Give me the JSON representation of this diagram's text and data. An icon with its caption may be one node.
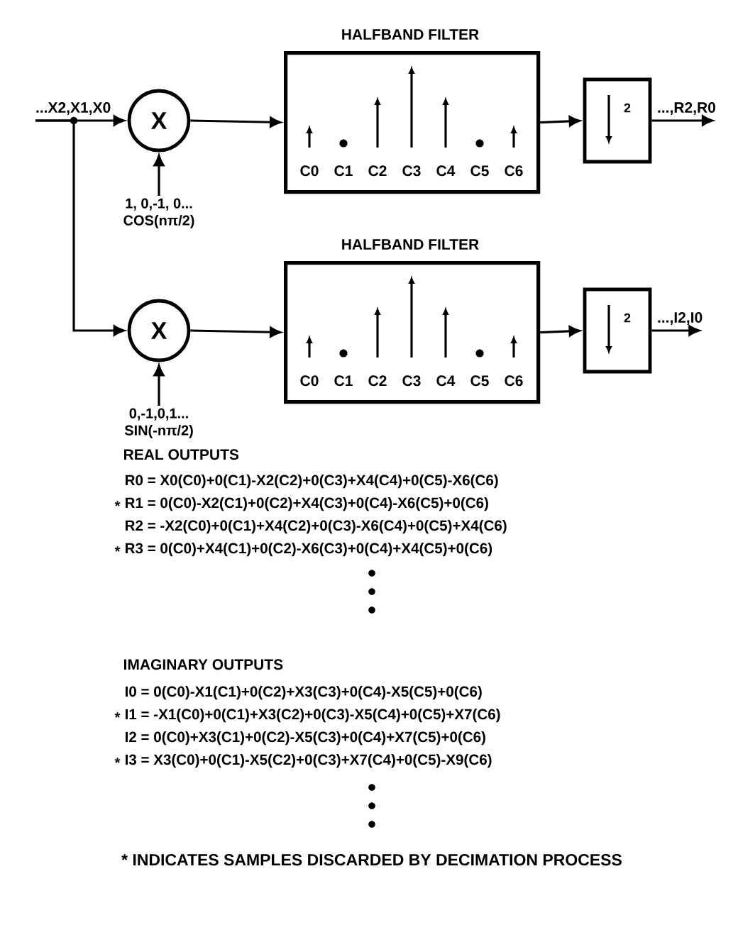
{
  "diagram": {
    "nodes": [
      {
        "text": [
          "...X2,X1,X0"
        ]
      },
      {
        "text": [
          "X"
        ]
      },
      {
        "text": [
          "HALFBAND FILTER",
          "C0",
          "C1",
          "C2",
          "C3",
          "C4",
          "C5",
          "C6"
        ]
      },
      {
        "text": [
          "2"
        ]
      },
      {
        "text": [
          "...,R2,R0"
        ]
      },
      {
        "text": [
          "X"
        ]
      },
      {
        "text": [
          "HALFBAND FILTER",
          "C0",
          "C1",
          "C2",
          "C3",
          "C4",
          "C5",
          "C6"
        ]
      },
      {
        "text": [
          "2"
        ]
      },
      {
        "text": [
          "...,I2,I0"
        ]
      },
      {
        "text": [
          "1, 0,-1, 0...",
          "COS(nπ/2)"
        ]
      },
      {
        "text": [
          "0,-1,0,1...",
          "SIN(-nπ/2)"
        ]
      }
    ],
    "edges": [
      {
        "from": 0,
        "to": 1,
        "arrow": "to"
      },
      {
        "from": 1,
        "to": 2,
        "arrow": "to"
      },
      {
        "from": 2,
        "to": 3,
        "arrow": "to"
      },
      {
        "from": 3,
        "to": 4,
        "arrow": "to"
      },
      {
        "from": 0,
        "to": 5,
        "arrow": "to"
      },
      {
        "from": 5,
        "to": 6,
        "arrow": "to"
      },
      {
        "from": 6,
        "to": 7,
        "arrow": "to"
      },
      {
        "from": 7,
        "to": 8,
        "arrow": "to"
      },
      {
        "from": 9,
        "to": 1,
        "arrow": "to"
      },
      {
        "from": 10,
        "to": 5,
        "arrow": "to"
      }
    ],
    "labels": [
      "REAL OUTPUTS",
      "R0 = X0(C0)+0(C1)-X2(C2)+0(C3)+X4(C4)+0(C5)-X6(C6)",
      "*",
      "R1 = 0(C0)-X2(C1)+0(C2)+X4(C3)+0(C4)-X6(C5)+0(C6)",
      "R2 = -X2(C0)+0(C1)+X4(C2)+0(C3)-X6(C4)+0(C5)+X4(C6)",
      "*",
      "R3 = 0(C0)+X4(C1)+0(C2)-X6(C3)+0(C4)+X4(C5)+0(C6)",
      "IMAGINARY OUTPUTS",
      "I0 = 0(C0)-X1(C1)+0(C2)+X3(C3)+0(C4)-X5(C5)+0(C6)",
      "*",
      "I1 = -X1(C0)+0(C1)+X3(C2)+0(C3)-X5(C4)+0(C5)+X7(C6)",
      "I2 = 0(C0)+X3(C1)+0(C2)-X5(C3)+0(C4)+X7(C5)+0(C6)",
      "*",
      "I3 = X3(C0)+0(C1)-X5(C2)+0(C3)+X7(C4)+0(C5)-X9(C6)",
      "* INDICATES SAMPLES DISCARDED BY DECIMATION PROCESS"
    ]
  }
}
